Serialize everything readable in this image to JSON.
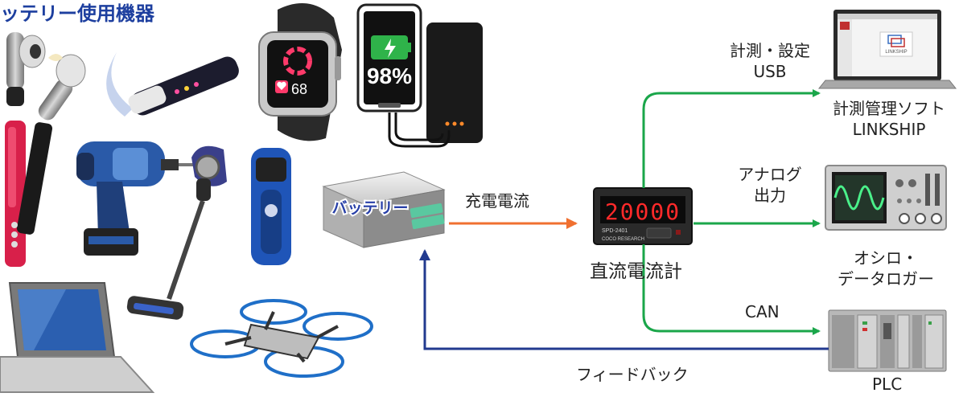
{
  "title": "ッテリー使用機器",
  "devices": {
    "watch_value": "68",
    "phone_battery": "98%"
  },
  "battery": {
    "label": "バッテリー"
  },
  "meter": {
    "display": "20000",
    "model": "SPD-2401",
    "brand": "COCO RESEARCH",
    "caption": "直流電流計"
  },
  "flows": {
    "charge_current": "充電電流",
    "feedback": "フィードバック",
    "usb_line1": "計測・設定",
    "usb_line2": "USB",
    "analog_line1": "アナログ",
    "analog_line2": "出力",
    "can": "CAN"
  },
  "targets": {
    "software_line1": "計測管理ソフト",
    "software_line2": "LINKSHIP",
    "software_screen_text": "LINKSHIP",
    "scope_line1": "オシロ・",
    "scope_line2": "データロガー",
    "plc": "PLC"
  },
  "colors": {
    "title": "#1d3f9f",
    "green_arrow": "#1aa64a",
    "orange_arrow": "#f07030",
    "blue_arrow": "#223a8f",
    "meter_digits": "#ff2a2a"
  }
}
